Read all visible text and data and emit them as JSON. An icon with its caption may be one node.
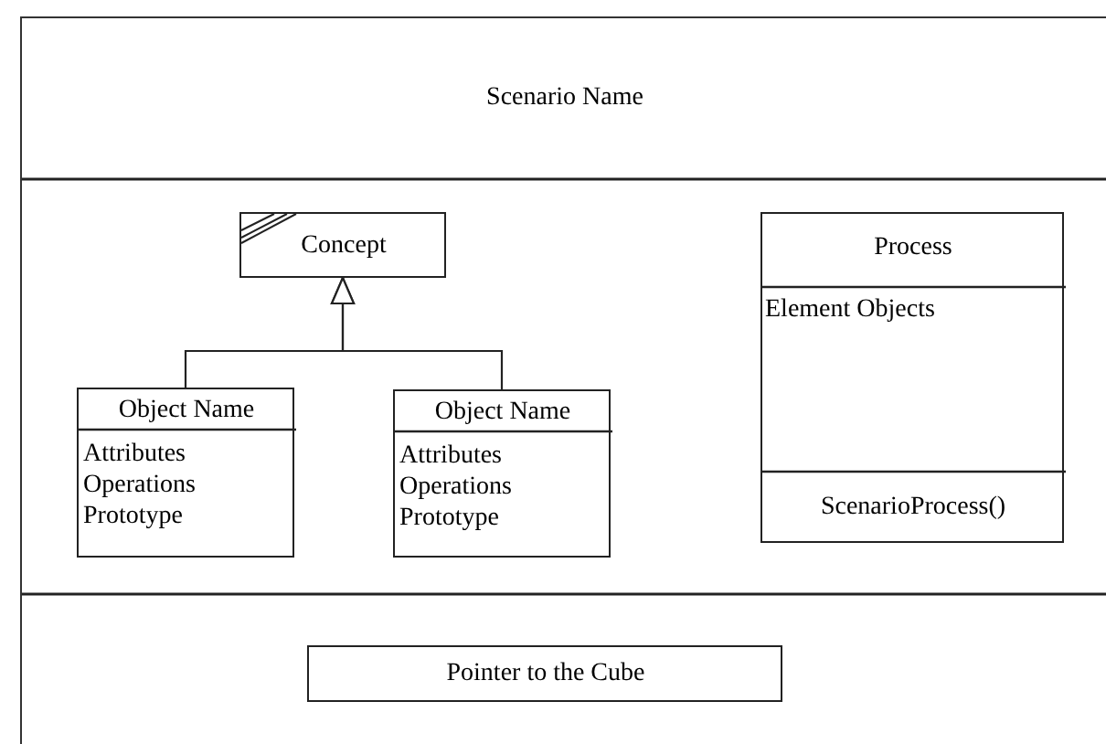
{
  "diagram": {
    "nodes": [
      {
        "text": [
          "Scenario Name"
        ]
      },
      {
        "text": [
          "Concept"
        ],
        "in": 0
      },
      {
        "text": [
          "Object Name",
          "Attributes",
          "Operations",
          "Prototype"
        ],
        "in": 0
      },
      {
        "text": [
          "Object Name",
          "Attributes",
          "Operations",
          "Prototype"
        ],
        "in": 0
      },
      {
        "text": [
          "Process",
          "Element Objects",
          "ScenarioProcess()"
        ],
        "in": 0
      },
      {
        "text": [
          "Pointer to the Cube"
        ],
        "in": 0
      }
    ],
    "edges": [
      {
        "from": 2,
        "to": 1,
        "arrow": "to"
      },
      {
        "from": 3,
        "to": 1,
        "arrow": "to"
      }
    ]
  }
}
